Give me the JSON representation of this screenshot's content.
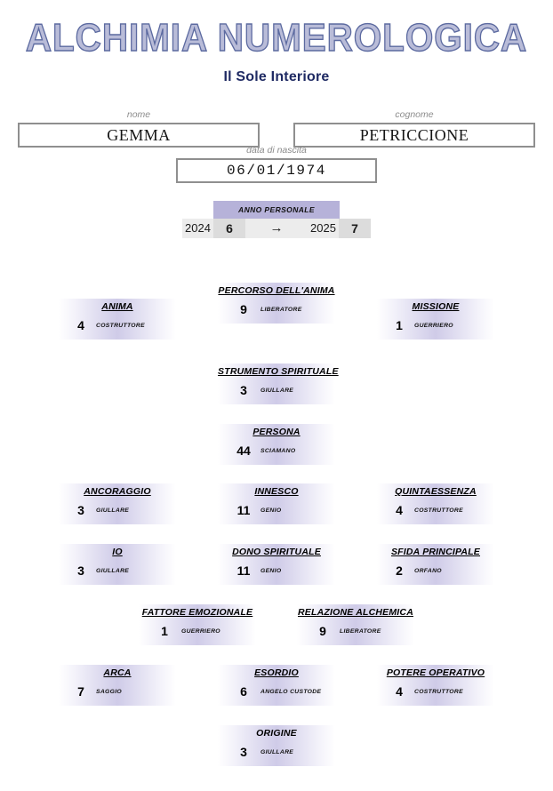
{
  "header": {
    "title": "ALCHIMIA NUMEROLOGICA",
    "subtitle": "Il Sole Interiore",
    "title_color": "#b9bcd8",
    "title_outline_color": "#5c6aa0",
    "subtitle_color": "#1f2a63"
  },
  "identity": {
    "nome": {
      "label": "nome",
      "value": "GEMMA"
    },
    "cognome": {
      "label": "cognome",
      "value": "PETRICCIONE"
    },
    "data_nascita": {
      "label": "data di nascita",
      "value": "06/01/1974"
    }
  },
  "anno_personale": {
    "header": "ANNO PERSONALE",
    "header_color": "#b6b2d9",
    "year_from": "2024",
    "value_from": "6",
    "arrow": "→",
    "year_to": "2025",
    "value_to": "7"
  },
  "cards": [
    {
      "name": "anima",
      "title": "ANIMA",
      "number": "4",
      "archetype": "COSTRUTTORE"
    },
    {
      "name": "percorso-dell-anima",
      "title": "PERCORSO DELL'ANIMA",
      "number": "9",
      "archetype": "LIBERATORE"
    },
    {
      "name": "missione",
      "title": "MISSIONE",
      "number": "1",
      "archetype": "GUERRIERO"
    },
    {
      "name": "strumento-spirituale",
      "title": "STRUMENTO SPIRITUALE",
      "number": "3",
      "archetype": "GIULLARE"
    },
    {
      "name": "persona",
      "title": "PERSONA",
      "number": "44",
      "archetype": "SCIAMANO"
    },
    {
      "name": "ancoraggio",
      "title": "ANCORAGGIO",
      "number": "3",
      "archetype": "GIULLARE"
    },
    {
      "name": "innesco",
      "title": "INNESCO",
      "number": "11",
      "archetype": "GENIO"
    },
    {
      "name": "quintaessenza",
      "title": "QUINTAESSENZA",
      "number": "4",
      "archetype": "COSTRUTTORE"
    },
    {
      "name": "io",
      "title": "IO",
      "number": "3",
      "archetype": "GIULLARE"
    },
    {
      "name": "dono-spirituale",
      "title": "DONO SPIRITUALE",
      "number": "11",
      "archetype": "GENIO"
    },
    {
      "name": "sfida-principale",
      "title": "SFIDA PRINCIPALE",
      "number": "2",
      "archetype": "ORFANO"
    },
    {
      "name": "fattore-emozionale",
      "title": "FATTORE EMOZIONALE",
      "number": "1",
      "archetype": "GUERRIERO"
    },
    {
      "name": "relazione-alchemica",
      "title": "RELAZIONE ALCHEMICA",
      "number": "9",
      "archetype": "LIBERATORE"
    },
    {
      "name": "arca",
      "title": "ARCA",
      "number": "7",
      "archetype": "SAGGIO"
    },
    {
      "name": "esordio",
      "title": "ESORDIO",
      "number": "6",
      "archetype": "ANGELO CUSTODE"
    },
    {
      "name": "potere-operativo",
      "title": "POTERE OPERATIVO",
      "number": "4",
      "archetype": "COSTRUTTORE"
    },
    {
      "name": "origine",
      "title": "ORIGINE",
      "number": "3",
      "archetype": "GIULLARE"
    }
  ]
}
